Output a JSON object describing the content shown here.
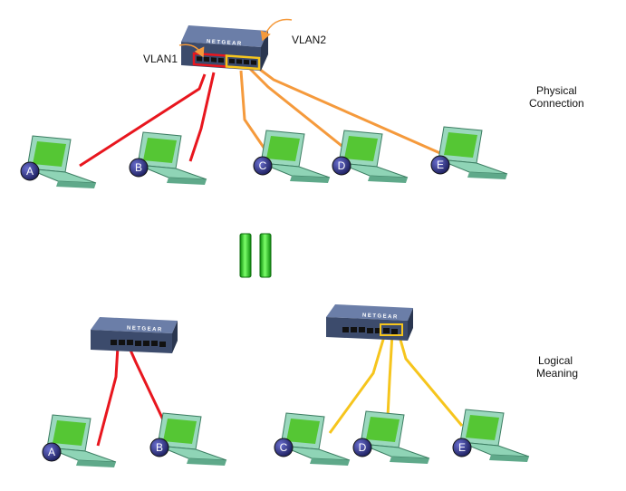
{
  "labels": {
    "vlan1": "VLAN1",
    "vlan2": "VLAN2",
    "physical_line1": "Physical",
    "physical_line2": "Connection",
    "logical_line1": "Logical",
    "logical_line2": "Meaning"
  },
  "switch_brand": "NETGEAR",
  "computers": {
    "top": [
      "A",
      "B",
      "C",
      "D",
      "E"
    ],
    "bottom": [
      "A",
      "B",
      "C",
      "D",
      "E"
    ]
  },
  "colors": {
    "vlan1": "#e8161e",
    "vlan2_physical": "#f59a3c",
    "vlan2_logical": "#f6c51d",
    "equals": "#22cc22",
    "badge": "#2d2f7c",
    "screen": "#55c634",
    "laptop_body": "#8fd4b6",
    "switch_body": "#4a5b7e"
  },
  "icons": [
    "laptop-icon",
    "switch-icon",
    "equals-icon",
    "arrow-icon"
  ]
}
